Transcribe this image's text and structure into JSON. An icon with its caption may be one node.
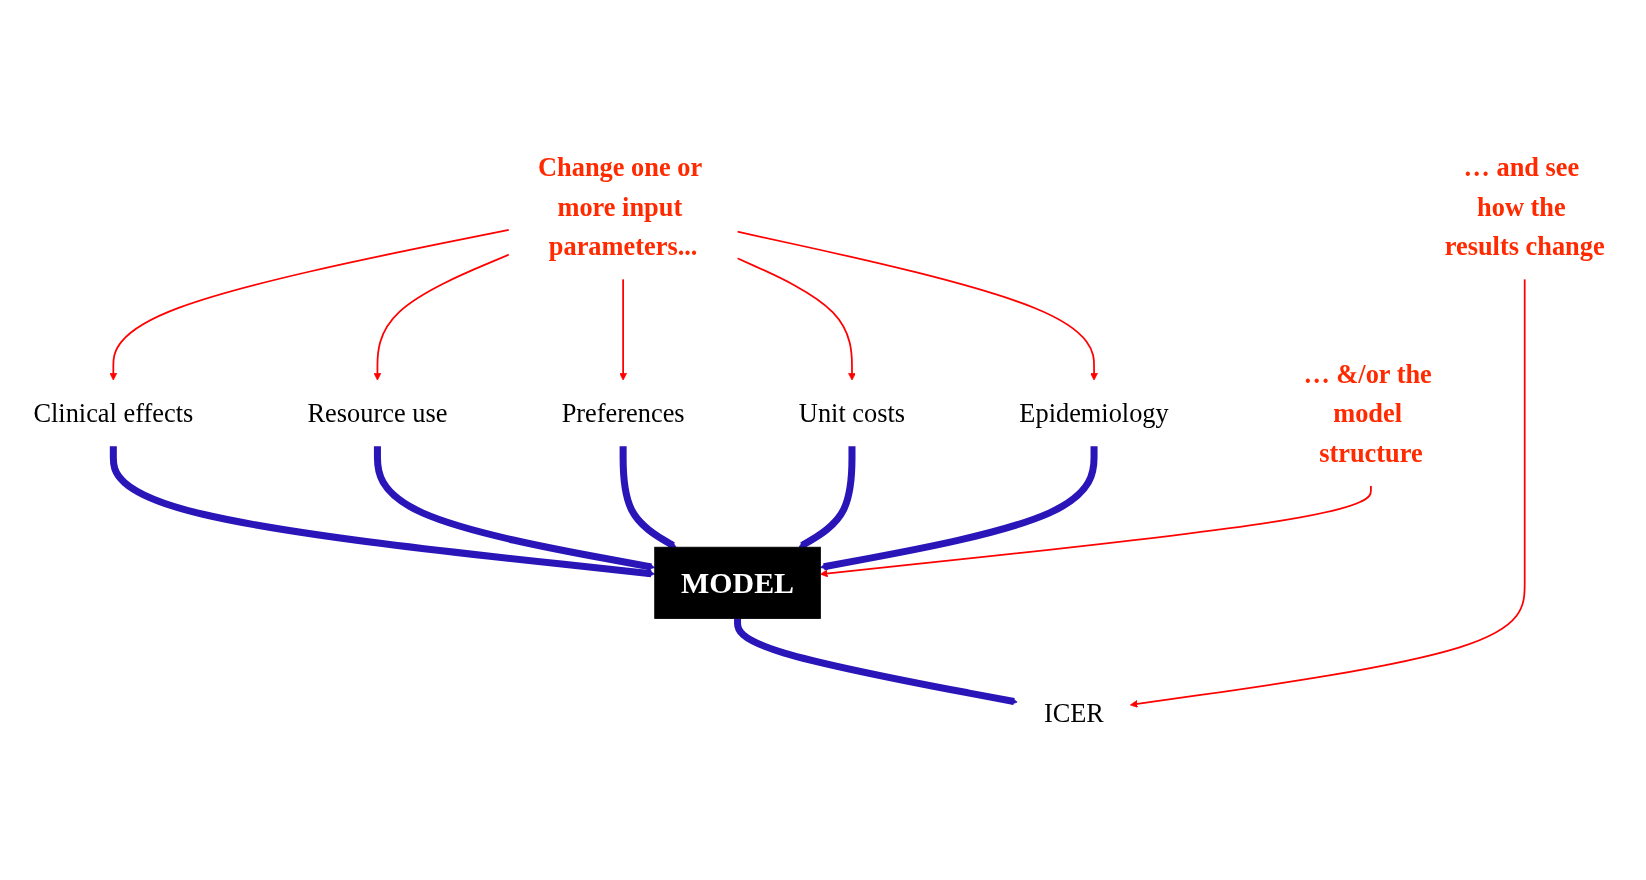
{
  "diagram": {
    "nodes": [
      {
        "text": [
          "Clinical effects"
        ]
      },
      {
        "text": [
          "Resource use"
        ]
      },
      {
        "text": [
          "Preferences"
        ]
      },
      {
        "text": [
          "Unit costs"
        ]
      },
      {
        "text": [
          "MODEL"
        ]
      },
      {
        "text": [
          "Epidemiology"
        ]
      },
      {
        "text": [
          "ICER"
        ]
      },
      {
        "text": [
          "Change one or more input parameters..."
        ]
      },
      {
        "text": [
          "… &/or the model structure"
        ]
      },
      {
        "text": [
          "… and see how the results change"
        ]
      }
    ],
    "edges": [
      {
        "from": 0,
        "to": 4,
        "arrow": "to",
        "style": "thick",
        "color": "#2a16b8"
      },
      {
        "from": 1,
        "to": 4,
        "arrow": "to",
        "style": "thick",
        "color": "#2a16b8"
      },
      {
        "from": 2,
        "to": 4,
        "arrow": "to",
        "style": "thick",
        "color": "#2a16b8"
      },
      {
        "from": 3,
        "to": 4,
        "arrow": "to",
        "style": "thick",
        "color": "#2a16b8"
      },
      {
        "from": 5,
        "to": 4,
        "arrow": "to",
        "style": "thick",
        "color": "#2a16b8"
      },
      {
        "from": 4,
        "to": 6,
        "arrow": "to",
        "style": "thick",
        "color": "#2a16b8"
      },
      {
        "from": 7,
        "to": 0,
        "arrow": "to"
      },
      {
        "from": 7,
        "to": 1,
        "arrow": "to"
      },
      {
        "from": 7,
        "to": 3,
        "arrow": "to"
      },
      {
        "from": 7,
        "to": 2,
        "arrow": "to"
      },
      {
        "from": 7,
        "to": 5,
        "arrow": "to"
      },
      {
        "from": 8,
        "to": 4,
        "arrow": "to"
      },
      {
        "from": 9,
        "to": 6,
        "arrow": "to"
      }
    ]
  }
}
